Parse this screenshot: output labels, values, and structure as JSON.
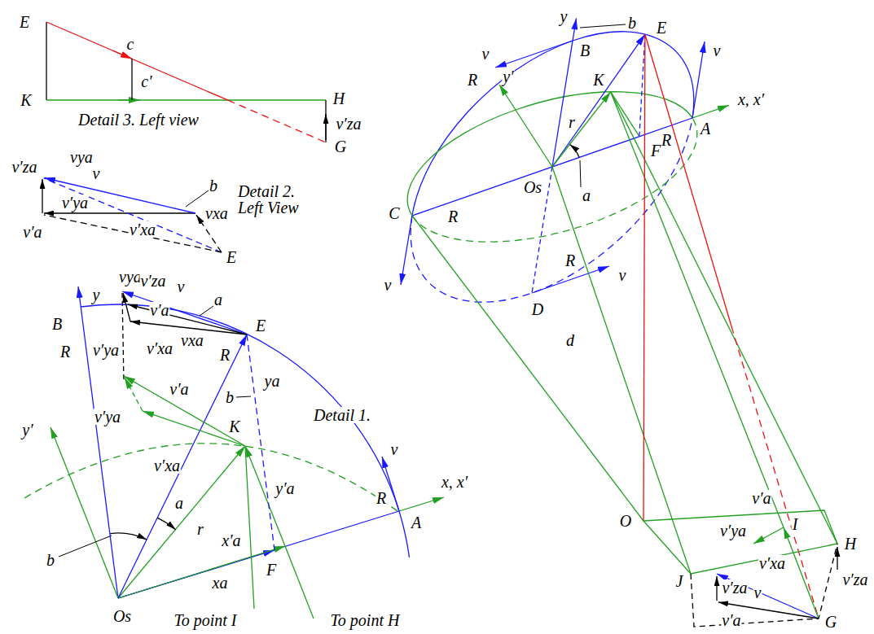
{
  "diagram": {
    "labels": [
      "E",
      "c",
      "K",
      "c′",
      "H",
      "v′za",
      "G",
      "Detail 3. Left view",
      "v′za",
      "vya",
      "v",
      "v′ya",
      "b",
      "Detail 2. Left View",
      "v′a",
      "v′xa",
      "vxa",
      "E",
      "vya",
      "y",
      "v′za",
      "v",
      "a",
      "B",
      "E",
      "v′a",
      "vxa",
      "R",
      "v′ya",
      "v′xa",
      "R",
      "ya",
      "b",
      "K",
      "Detail 1.",
      "v",
      "v′ya",
      "v′a",
      "v′xa",
      "y′",
      "r",
      "y′a",
      "x, x′",
      "R",
      "A",
      "a",
      "x′a",
      "xa",
      "F",
      "b",
      "Os",
      "To point I",
      "To point H",
      "y",
      "b",
      "B",
      "E",
      "v",
      "v",
      "R",
      "R",
      "A",
      "K",
      "y′",
      "r",
      "x, x′",
      "F",
      "Os",
      "a",
      "C",
      "R",
      "R",
      "D",
      "v",
      "v",
      "d",
      "O",
      "v′a",
      "v′ya",
      "I",
      "H",
      "v′xa",
      "J",
      "v′za",
      "v′za",
      "v",
      "v′a",
      "G"
    ]
  }
}
